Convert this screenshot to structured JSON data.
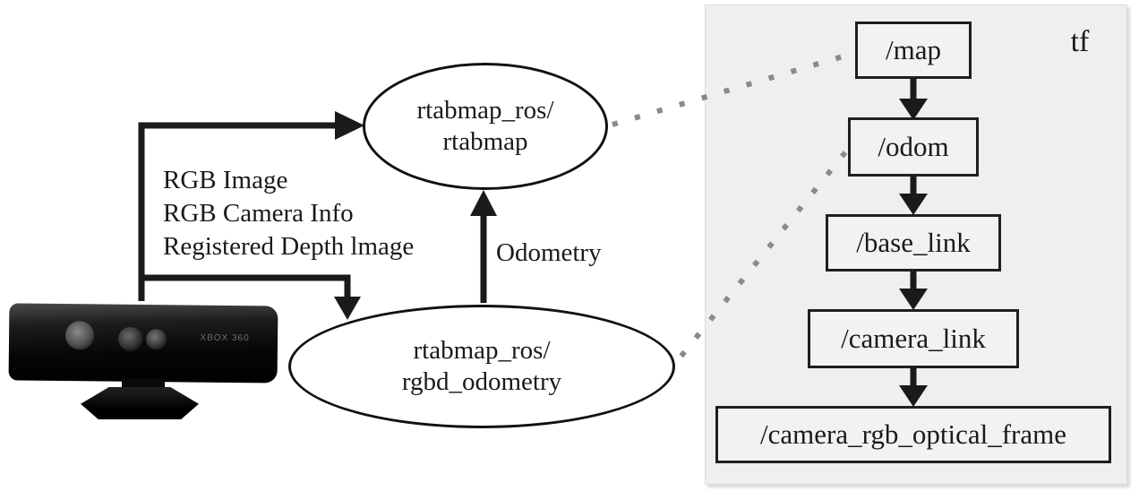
{
  "nodes": {
    "rtabmap": {
      "line1": "rtabmap_ros/",
      "line2": "rtabmap"
    },
    "rgbd_odometry": {
      "line1": "rtabmap_ros/",
      "line2": "rgbd_odometry"
    }
  },
  "labels": {
    "outputs": [
      "RGB Image",
      "RGB Camera Info",
      "Registered Depth lmage"
    ],
    "odometry": "Odometry"
  },
  "tf": {
    "title": "tf",
    "frames": [
      "/map",
      "/odom",
      "/base_link",
      "/camera_link",
      "/camera_rgb_optical_frame"
    ]
  },
  "kinect": {
    "brand": "XBOX 360"
  },
  "colors": {
    "stroke": "#1a1a1a",
    "panel_bg": "#f0efee",
    "box_bg": "#f3f2f1",
    "dotted_link": "#8a8a8a",
    "background": "#ffffff"
  }
}
